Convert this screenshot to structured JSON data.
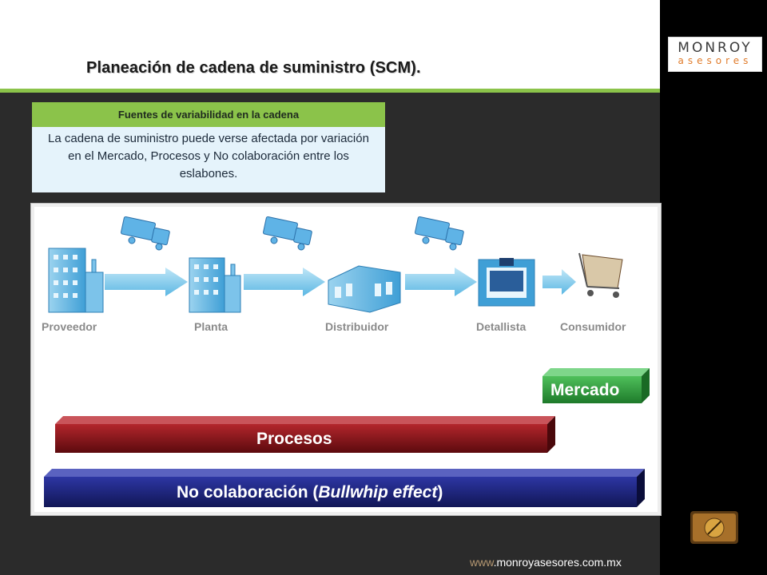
{
  "slide": {
    "title": "Planeación de cadena de suministro (SCM).",
    "logo": {
      "line1": "MONROY",
      "line2": "asesores"
    },
    "info_box": {
      "header": "Fuentes de variabilidad en la cadena",
      "body": "La cadena de suministro puede verse afectada por variación en el Mercado, Procesos y No colaboración entre los eslabones."
    },
    "chain": {
      "nodes": [
        "Proveedor",
        "Planta",
        "Distribuidor",
        "Detallista",
        "Consumidor"
      ]
    },
    "bars": {
      "mercado": "Mercado",
      "procesos": "Procesos",
      "no_colaboracion_prefix": "No colaboración (",
      "no_colaboracion_italic": "Bullwhip effect",
      "no_colaboracion_suffix": ")"
    },
    "footer": {
      "www": "www",
      "domain": ".monroyasesores.com.mx"
    },
    "colors": {
      "accent_green": "#8bc34a",
      "procesos_red": "#7a0f14",
      "nocolab_blue": "#1c2277",
      "mercado_green": "#2f9a3c",
      "logo_orange": "#e07b2a"
    }
  }
}
